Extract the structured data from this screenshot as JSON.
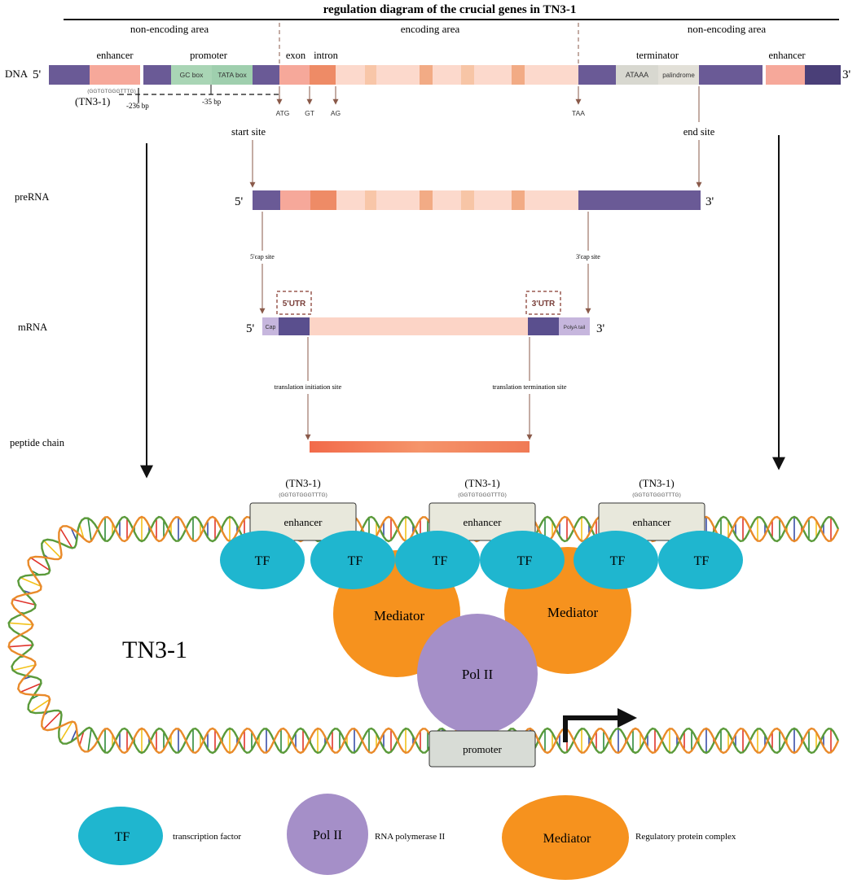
{
  "title": "regulation diagram  of the crucial genes in TN3-1",
  "colors": {
    "purple_segment": "#6a5a96",
    "purple_dark": "#4a3f78",
    "salmon": "#f6a89a",
    "pink_light": "#fcd9cc",
    "intron_orange": "#ee8b66",
    "green_box": "#a9d5b5",
    "grey_box": "#d8d8d0",
    "tf_cyan": "#1fb6cf",
    "mediator_orange": "#f6921e",
    "polii_purple": "#a58fc8",
    "arrow": "#8a5a4a",
    "peptide": "#f07a55"
  },
  "regions": {
    "left": "non-encoding area",
    "middle": "encoding area",
    "right": "non-encoding area"
  },
  "dna": {
    "label": "DNA",
    "five": "5'",
    "three": "3'",
    "enhancer_left": "enhancer",
    "promoter": "promoter",
    "gc_box": "GC box",
    "tata_box": "TATA box",
    "exon": "exon",
    "intron": "intron",
    "terminator": "terminator",
    "ataaa": "ATAAA",
    "palindrome": "palindrome",
    "enhancer_right": "enhancer",
    "seq": "(GGTGTGGGTTTG)",
    "tn_label": "(TN3-1)",
    "bp236": "-236 bp",
    "bp35": "-35 bp",
    "atg": "ATG",
    "gt": "GT",
    "ag": "AG",
    "taa": "TAA",
    "start_site": "start site",
    "end_site": "end site"
  },
  "prerna": {
    "label": "preRNA",
    "five": "5'",
    "three": "3'",
    "cap_site_5": "5'cap site",
    "cap_site_3": "3'cap site"
  },
  "mrna": {
    "label": "mRNA",
    "five": "5'",
    "three": "3'",
    "cap": "Cap",
    "utr5": "5'UTR",
    "utr3": "3'UTR",
    "polya": "PolyA tail",
    "init_site": "translation initiation site",
    "term_site": "translation termination site"
  },
  "peptide": {
    "label": "peptide chain"
  },
  "loop": {
    "big_label": "TN3-1",
    "tn_label": "(TN3-1)",
    "seq": "(GGTGTGGGTTTG)",
    "enhancer": "enhancer",
    "tf": "TF",
    "mediator": "Mediator",
    "polii": "Pol II",
    "promoter": "promoter"
  },
  "legend": {
    "tf_symbol": "TF",
    "tf_text": "transcription factor",
    "polii_symbol": "Pol II",
    "polii_text": "RNA polymerase II",
    "mediator_symbol": "Mediator",
    "mediator_text": "Regulatory protein complex"
  }
}
